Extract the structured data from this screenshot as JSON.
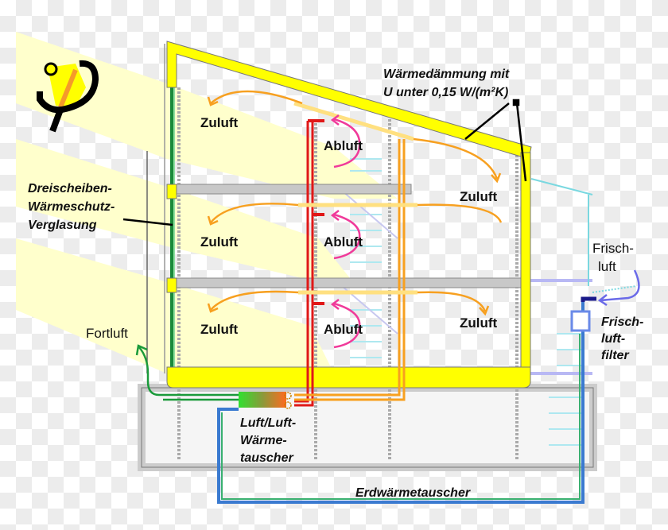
{
  "labels": {
    "zuluft": "Zuluft",
    "abluft": "Abluft",
    "insulation": [
      "Wärmedämmung mit",
      "U unter 0,15 W/(m²K)"
    ],
    "glazing": [
      "Dreischeiben-",
      "Wärmeschutz-",
      "Verglasung"
    ],
    "fortluft": "Fortluft",
    "frischluft": [
      "Frisch-",
      "luft"
    ],
    "filter": [
      "Frisch-",
      "luft-",
      "filter"
    ],
    "heat_exchanger": [
      "Luft/Luft-",
      "Wärme-",
      "tauscher"
    ],
    "ground_exchanger": "Erdwärmetauscher"
  },
  "colors": {
    "insulation": "#ffff00",
    "supply_air": "#f7a020",
    "extract_air": "#e01818",
    "exhaust_air": "#1a9a3a",
    "fresh_air": "#6a6ae8",
    "ground_pipe": "#3a7ad0",
    "sunlight": "#ffffcc"
  }
}
